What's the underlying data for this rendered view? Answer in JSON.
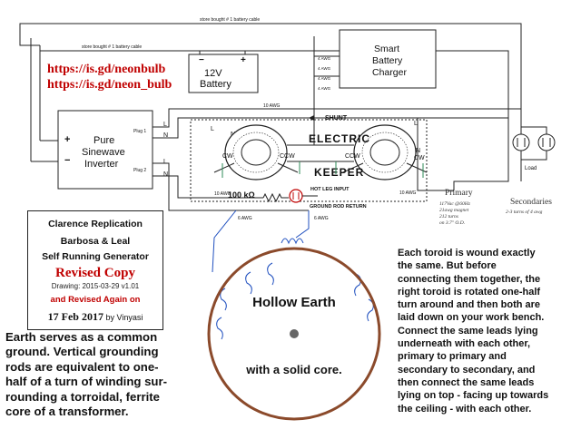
{
  "cables": {
    "top": "store bought # 1 battery cable",
    "second": "store bought # 1 battery cable"
  },
  "urls": [
    "https://is.gd/neonbulb",
    "https://is.gd/neon_bulb"
  ],
  "battery": {
    "label": "12V Battery",
    "minus": "−",
    "plus": "+"
  },
  "charger": {
    "label": "Smart Battery Charger",
    "wire_labels": [
      "4 AWG",
      "4 AWG",
      "4 AWG",
      "4 AWG"
    ]
  },
  "inverter": {
    "label": "Pure Sinewave Inverter",
    "plus": "+",
    "minus": "−",
    "plug1": "Plug 1",
    "plug2": "Plug 2"
  },
  "pin_labels": {
    "L": "L",
    "N": "N"
  },
  "awg": {
    "ten": "10 AWG",
    "six": "6 AWG"
  },
  "shunt": "SHUNT",
  "electric_keeper": {
    "line1": "ELECTRIC",
    "line2": "KEEPER"
  },
  "rotation": {
    "cw": "CW",
    "ccw": "CCW"
  },
  "resistor": "100 kΩ",
  "hot_leg": "HOT LEG INPUT",
  "ground_rod": "GROUND ROD RETURN",
  "load": "Load",
  "primary": {
    "title": "Primary",
    "line1": "117Vac @60Hz",
    "line2": "21awg magnet",
    "line3": "212 turns",
    "line4": "on 3.7\" O.D."
  },
  "secondaries": {
    "title": "Secondaries",
    "line1": "2-3 turns of 4 awg"
  },
  "title_box": {
    "line1": "Clarence Replication",
    "line2": "Barbosa & Leal",
    "line3": "Self Running Generator",
    "revised": "Revised Copy",
    "drawing": "Drawing:  2015-03-29  v1.01",
    "revised_again": "and Revised Again on",
    "date": "17  Feb  2017",
    "by": "by Vinyasi"
  },
  "earth": {
    "title": "Hollow Earth",
    "subtitle": "with a solid core."
  },
  "left_text": [
    "Earth serves as a common",
    "ground. Vertical grounding",
    "rods are equivalent to one-",
    "half of a turn of winding sur-",
    "rounding a torroidal, ferrite",
    "core of a transformer."
  ],
  "right_text": [
    "Each toroid is wound exactly",
    "the same. But before",
    "connecting them together, the",
    "right toroid is rotated one-half",
    "turn around and then both are",
    "laid down on your work bench.",
    "Connect the same leads lying",
    "underneath with each other,",
    "primary to primary and",
    "secondary to secondary, and",
    "then connect the same leads",
    "lying on top - facing up towards",
    "the ceiling - with each other."
  ],
  "colors": {
    "red": "#c00000",
    "green": "#2e8b57",
    "blue": "#1f4fbf",
    "earth": "#8b4a2b",
    "line": "#222222"
  }
}
